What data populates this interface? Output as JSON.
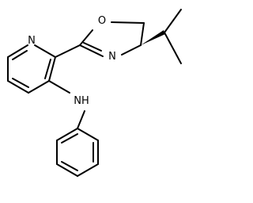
{
  "molecule": {
    "atoms": {
      "pyridine_n": "N",
      "oxazoline_o": "O",
      "oxazoline_n": "N",
      "amine_nh": "NH"
    }
  },
  "colors": {
    "bond": "#000000",
    "background": "#ffffff"
  }
}
